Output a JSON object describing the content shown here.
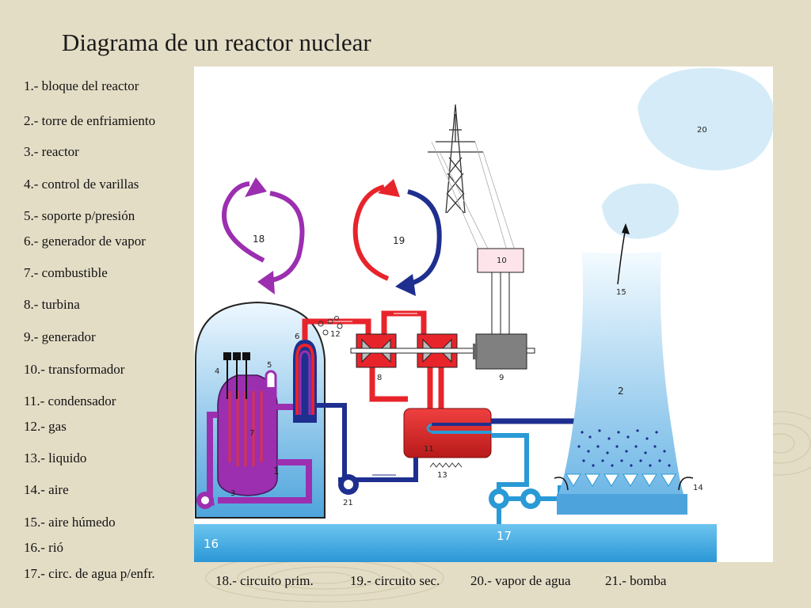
{
  "title": "Diagrama de un reactor nuclear",
  "legend": [
    "1.- bloque del reactor",
    "2.- torre de enfriamiento",
    "3.- reactor",
    "4.- control de varillas",
    "5.- soporte p/presión",
    "6.- generador de vapor",
    "7.- combustible",
    "8.- turbina",
    "9.- generador",
    "10.- transformador",
    "11.- condensador",
    "12.- gas",
    "13.- liquido",
    "14.- aire",
    "15.- aire húmedo",
    "16.- rió",
    "17.- circ. de agua p/enfr."
  ],
  "bottom_legend": [
    "18.- circuito prim.",
    "19.- circuito sec.",
    "20.- vapor de agua",
    "21.- bomba"
  ],
  "diagram_labels": {
    "n1": "1",
    "n2": "2",
    "n3": "3",
    "n4": "4",
    "n5": "5",
    "n6": "6",
    "n7": "7",
    "n8": "8",
    "n9": "9",
    "n10": "10",
    "n11": "11",
    "n12": "12",
    "n13": "13",
    "n14": "14",
    "n15": "15",
    "n16": "16",
    "n17": "17",
    "n18": "18",
    "n19": "19",
    "n20": "20",
    "n21": "21"
  },
  "colors": {
    "background": "#e4ddc6",
    "primary_circuit": "#9b2fb0",
    "secondary_hot": "#e8242b",
    "secondary_cold": "#1e2f8f",
    "cooling_water": "#2a9ad6",
    "river": "#36a8e0",
    "steam": "#d5ecf8"
  }
}
